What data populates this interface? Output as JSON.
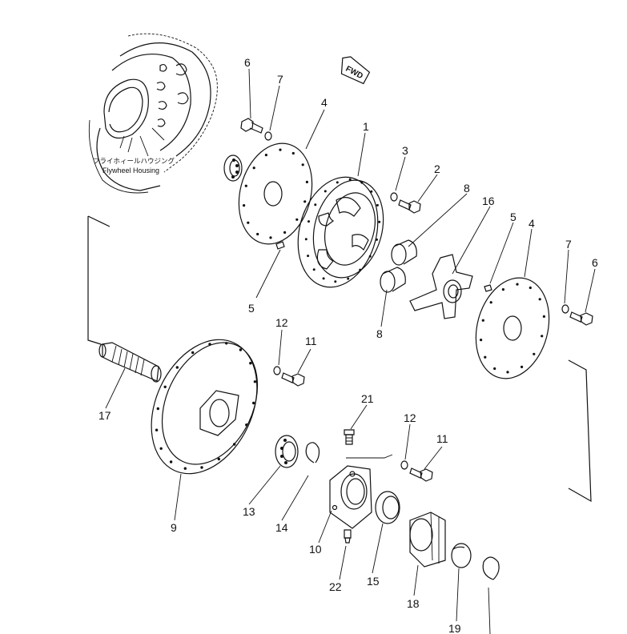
{
  "housing": {
    "label_jp": "フライホィールハウジング",
    "label_en": "Flywheel Housing"
  },
  "direction_marker": "FWD",
  "callouts": {
    "c1": "1",
    "c2": "2",
    "c3": "3",
    "c4a": "4",
    "c4b": "4",
    "c5a": "5",
    "c5b": "5",
    "c6a": "6",
    "c6b": "6",
    "c7a": "7",
    "c7b": "7",
    "c8a": "8",
    "c8b": "8",
    "c9": "9",
    "c10": "10",
    "c11a": "11",
    "c11b": "11",
    "c12a": "12",
    "c12b": "12",
    "c13": "13",
    "c14": "14",
    "c15": "15",
    "c16": "16",
    "c17": "17",
    "c18": "18",
    "c19": "19",
    "c21": "21",
    "c22": "22"
  }
}
